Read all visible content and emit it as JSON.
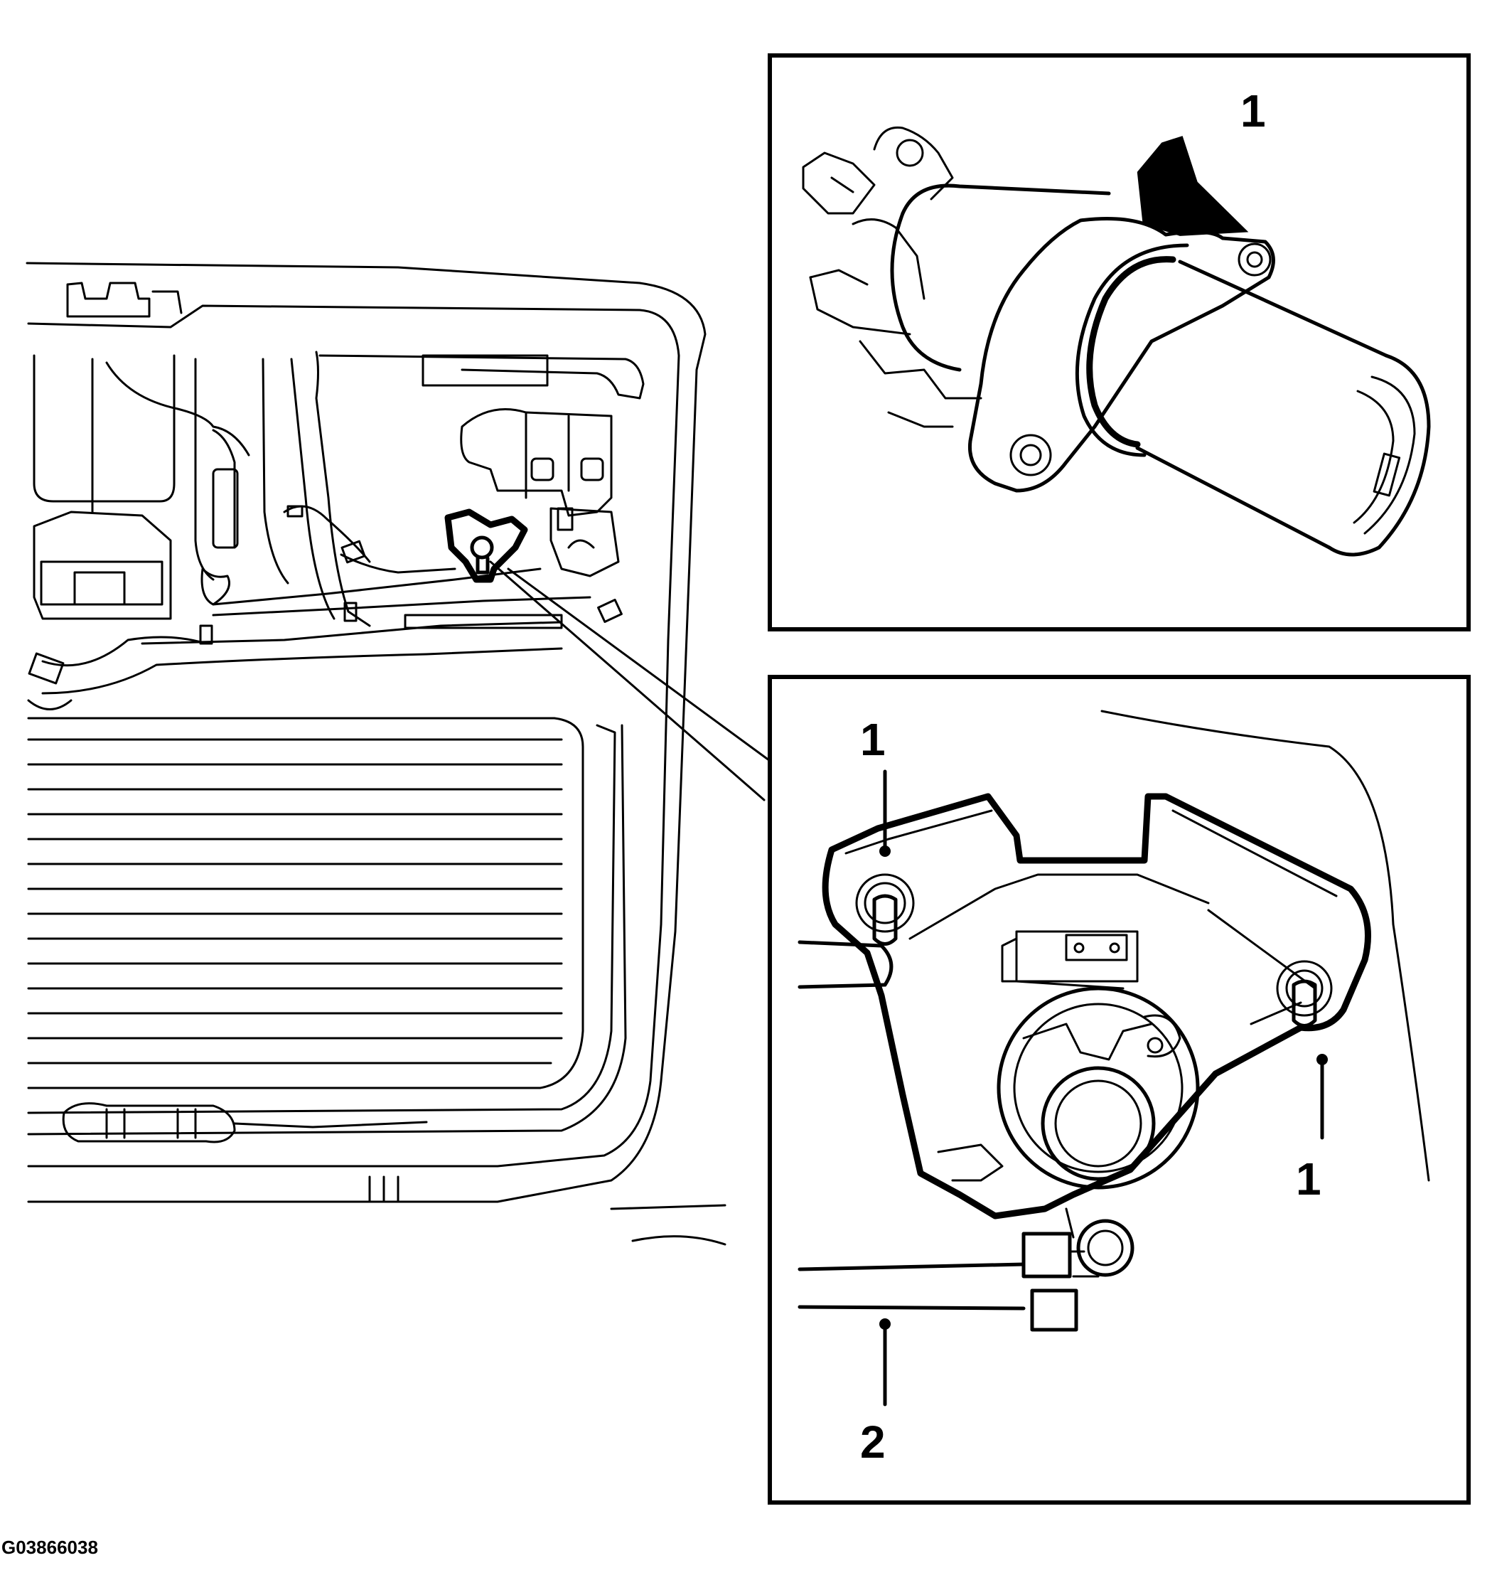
{
  "figure_id": "G03866038",
  "inset_top": {
    "callout": "1"
  },
  "inset_bottom": {
    "callouts": [
      "1",
      "1",
      "2"
    ]
  },
  "colors": {
    "line": "#000000",
    "background": "#ffffff"
  }
}
